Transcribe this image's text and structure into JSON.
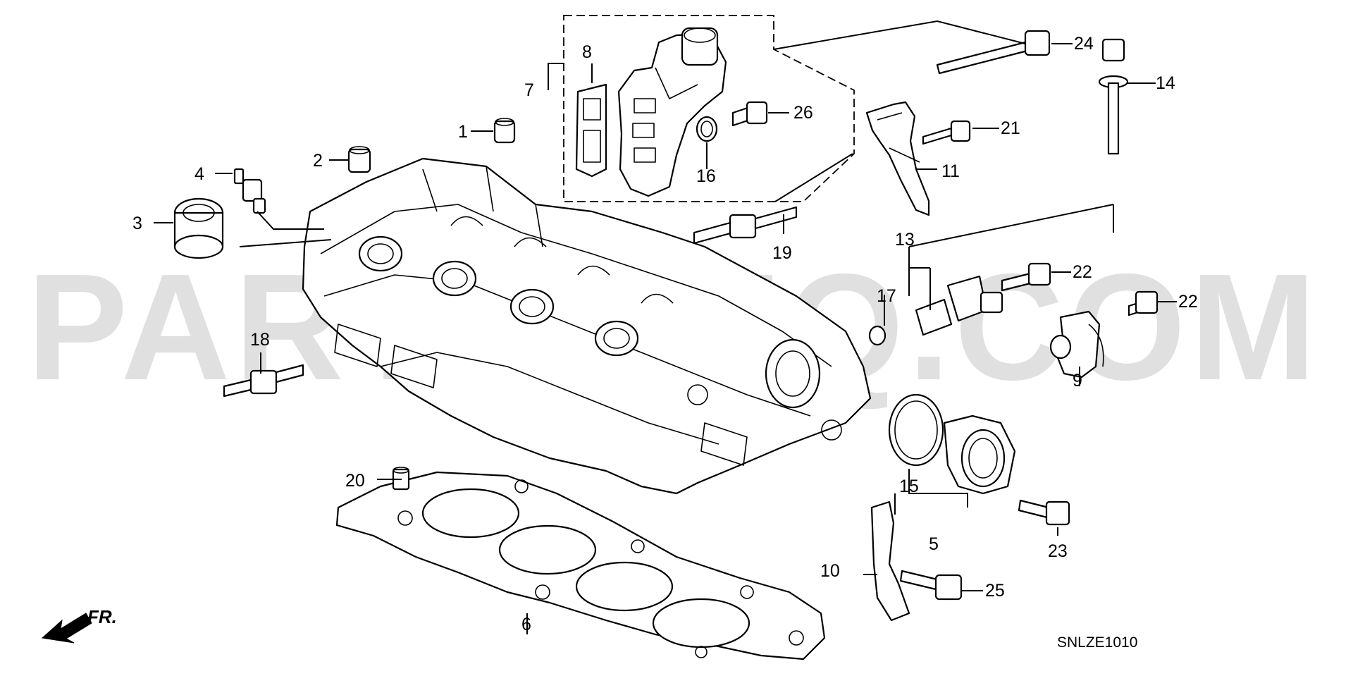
{
  "diagram_code": "SNLZE1010",
  "watermark": "PARTSOUQ.COM",
  "front_label": "FR.",
  "callouts": {
    "p1": "1",
    "p2": "2",
    "p3": "3",
    "p4": "4",
    "p5": "5",
    "p6": "6",
    "p7": "7",
    "p8": "8",
    "p9": "9",
    "p10": "10",
    "p11": "11",
    "p13": "13",
    "p14": "14",
    "p15": "15",
    "p16": "16",
    "p17": "17",
    "p18": "18",
    "p19": "19",
    "p20": "20",
    "p21": "21",
    "p22a": "22",
    "p22b": "22",
    "p23": "23",
    "p24": "24",
    "p25": "25",
    "p26": "26"
  }
}
